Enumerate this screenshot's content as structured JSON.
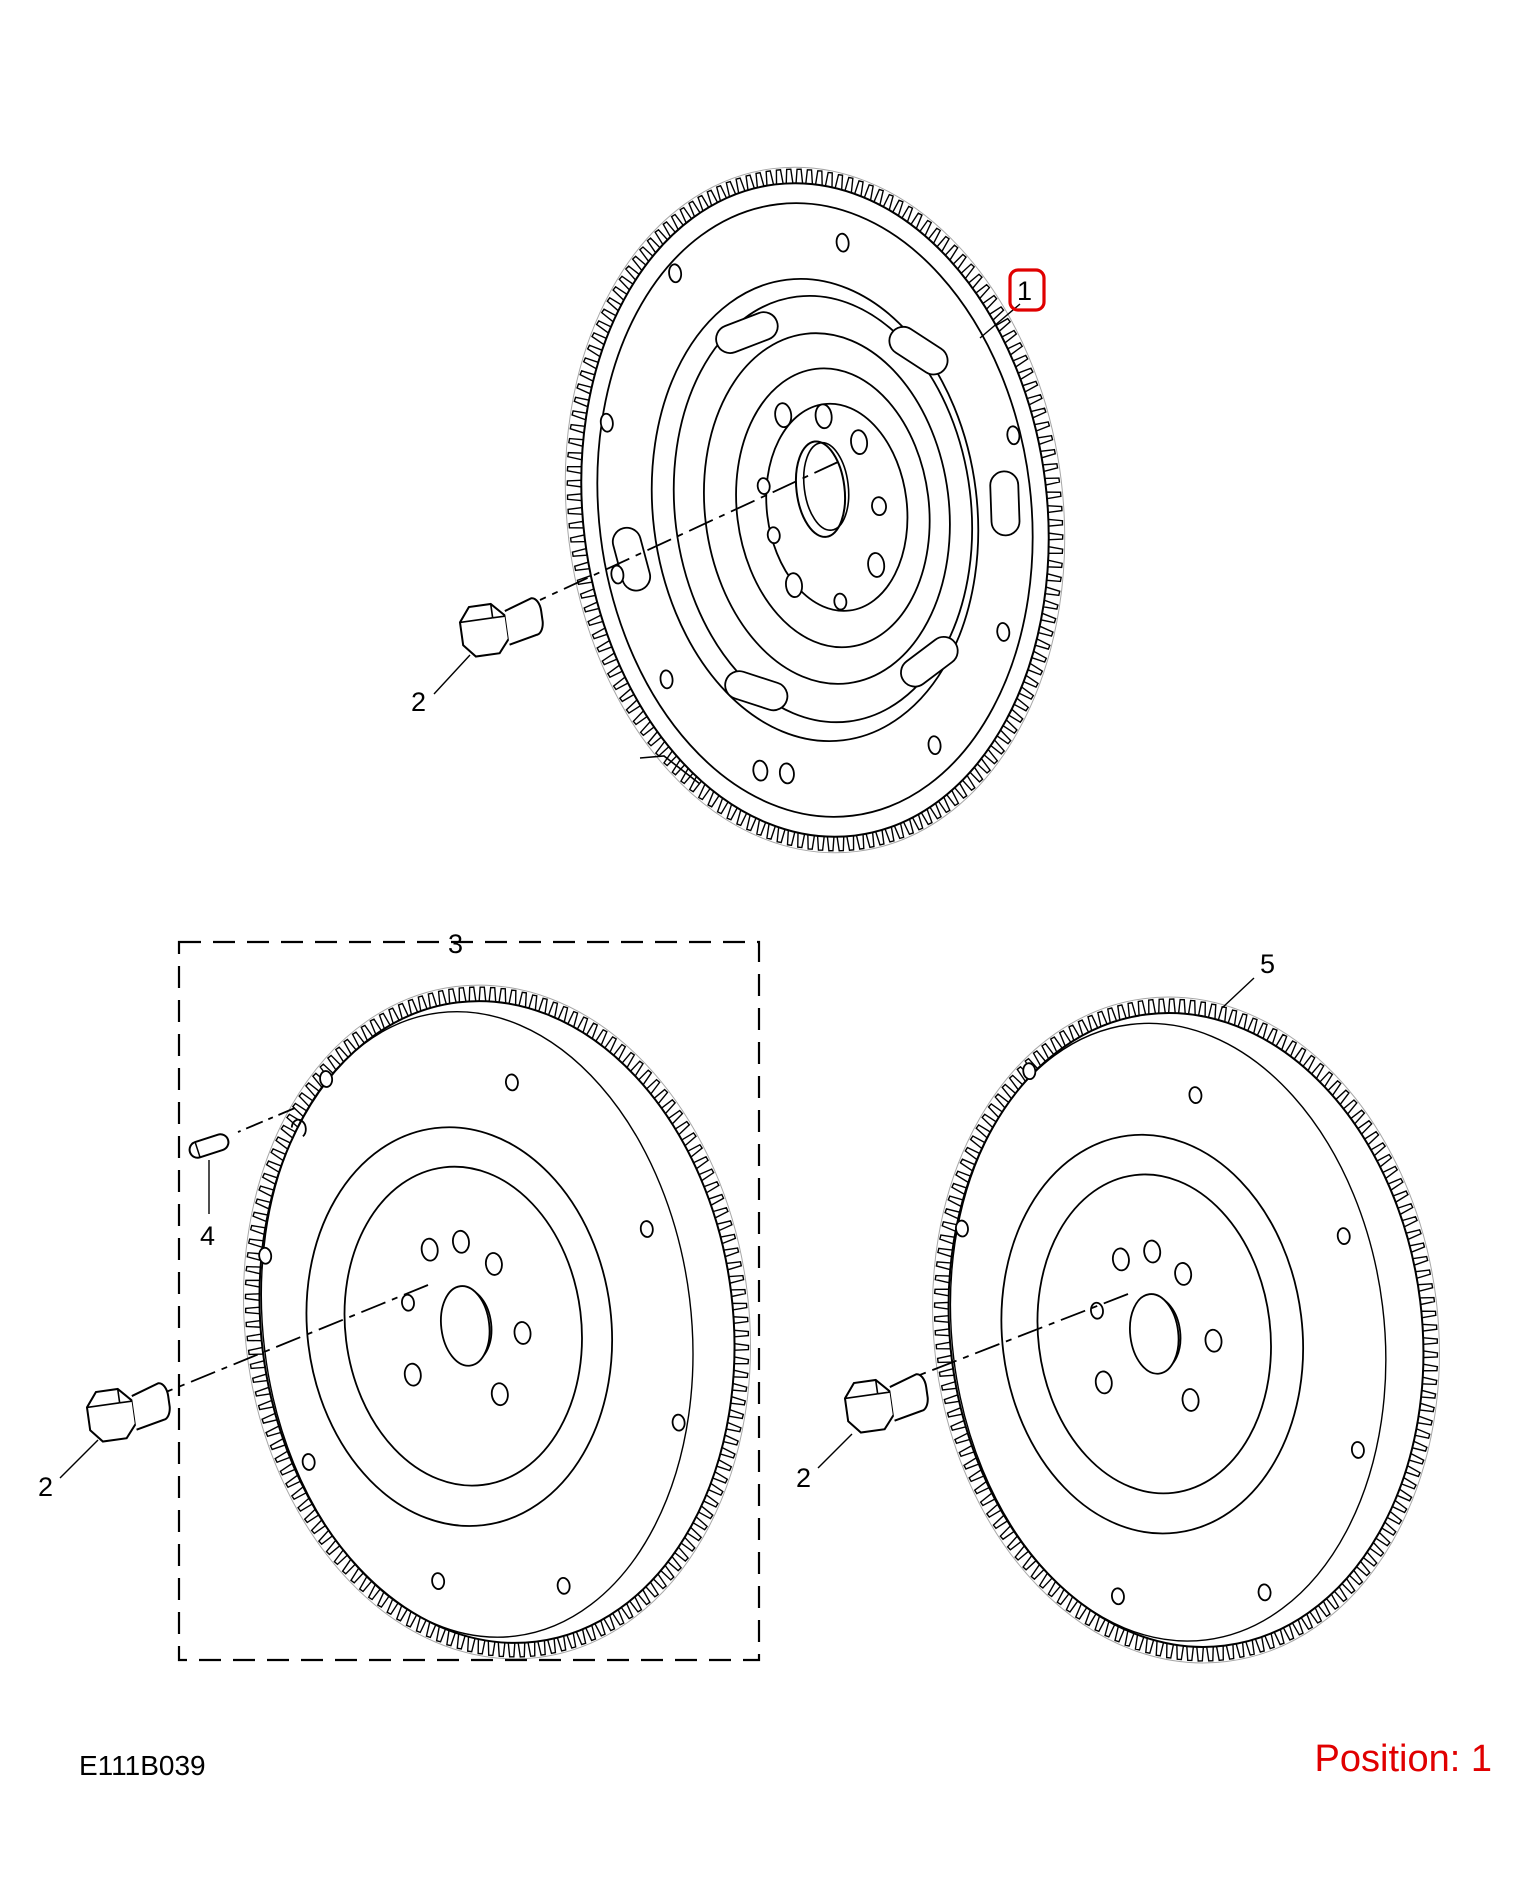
{
  "diagram": {
    "drawing_id": "E111B039",
    "position_label": "Position: 1",
    "highlight_color": "#e00000",
    "line_color": "#000000",
    "callouts": {
      "flexplate": "1",
      "bolt_top": "2",
      "flywheel_kit": "3",
      "dowel_pin": "4",
      "flywheel": "5",
      "bolt_left": "2",
      "bolt_right": "2"
    },
    "highlighted_callout": "1"
  }
}
